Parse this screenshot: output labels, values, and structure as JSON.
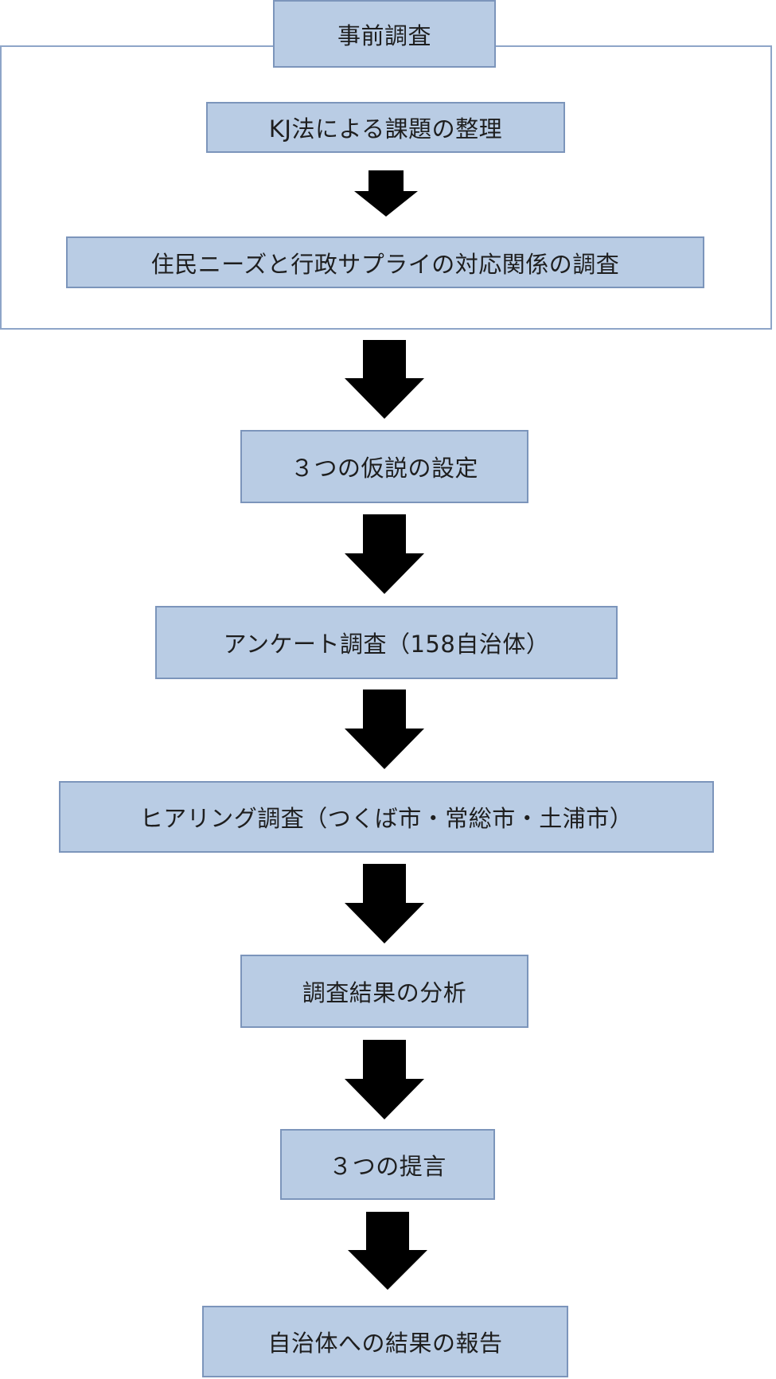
{
  "steps": {
    "pre_survey": "事前調査",
    "kj_method": "KJ法による課題の整理",
    "needs_supply": "住民ニーズと行政サプライの対応関係の調査",
    "hypotheses": "３つの仮説の設定",
    "questionnaire": "アンケート調査（158自治体）",
    "hearing": "ヒアリング調査（つくば市・常総市・土浦市）",
    "analysis": "調査結果の分析",
    "proposals": "３つの提言",
    "report": "自治体への結果の報告"
  },
  "colors": {
    "box_fill": "#b9cce4",
    "box_border": "#7c95bb",
    "frame_border": "#8ea5c8",
    "arrow": "#000000"
  },
  "icons": {
    "arrow": "down-arrow-icon"
  }
}
